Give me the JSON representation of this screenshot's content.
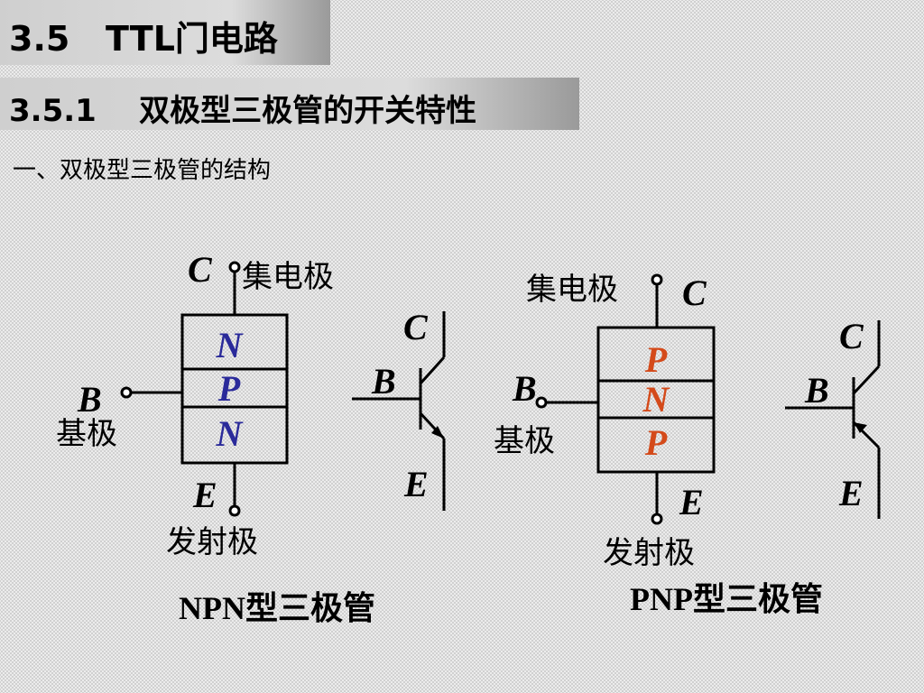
{
  "title": "3.5   TTL门电路",
  "subtitle": "3.5.1    双极型三极管的开关特性",
  "section_heading": "一、双极型三极管的结构",
  "colors": {
    "npn_layer": "#2a2a9a",
    "pnp_layer": "#d44a1a",
    "line": "#000000"
  },
  "npn": {
    "collector_letter": "C",
    "collector_label": "集电极",
    "base_letter": "B",
    "base_label": "基极",
    "emitter_letter": "E",
    "emitter_label": "发射极",
    "layers": [
      "N",
      "P",
      "N"
    ],
    "caption": "NPN型三极管",
    "symbol": {
      "c": "C",
      "b": "B",
      "e": "E"
    }
  },
  "pnp": {
    "collector_letter": "C",
    "collector_label": "集电极",
    "base_letter": "B",
    "base_label": "基极",
    "emitter_letter": "E",
    "emitter_label": "发射极",
    "layers": [
      "P",
      "N",
      "P"
    ],
    "caption": "PNP型三极管",
    "symbol": {
      "c": "C",
      "b": "B",
      "e": "E"
    }
  }
}
